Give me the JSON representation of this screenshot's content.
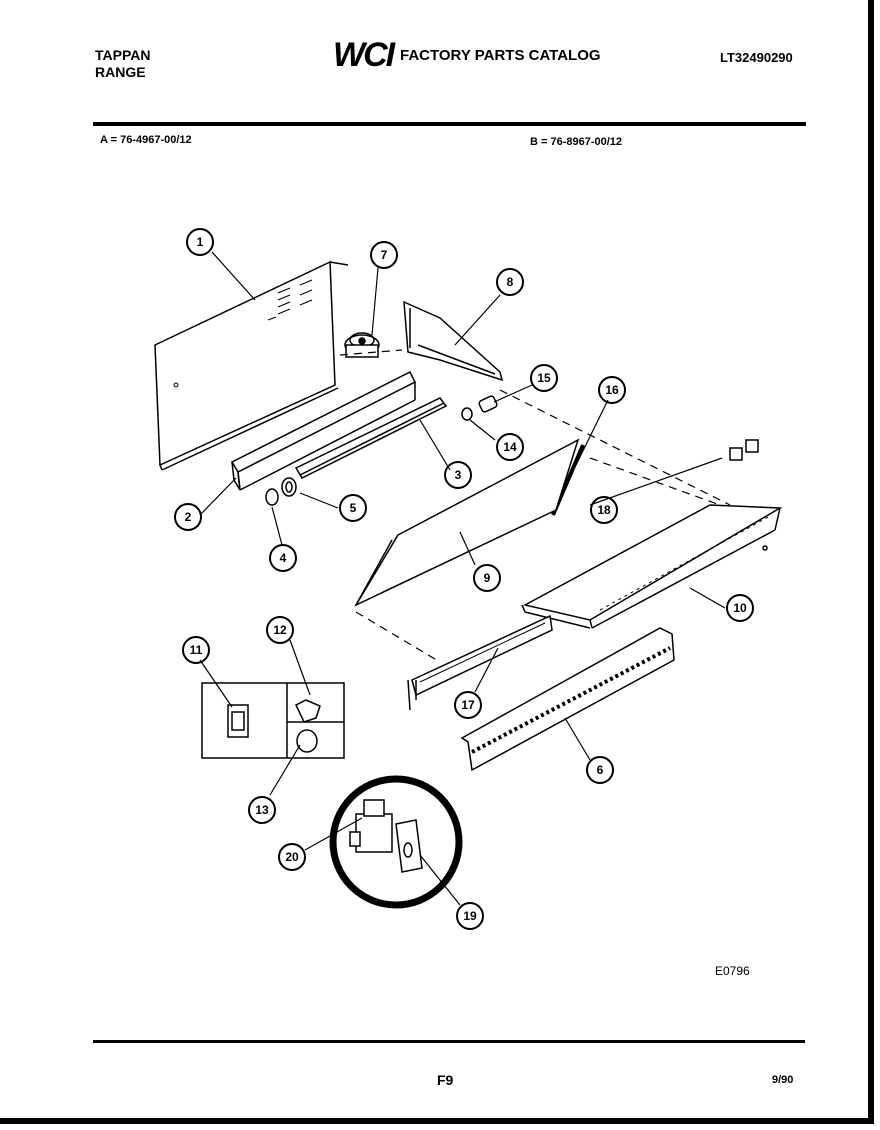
{
  "header": {
    "brand_line1": "TAPPAN",
    "brand_line2": "RANGE",
    "logo_text": "WCI",
    "catalog_title": "FACTORY PARTS CATALOG",
    "catalog_number": "LT32490290"
  },
  "models": {
    "a": "A = 76-4967-00/12",
    "b": "B = 76-8967-00/12"
  },
  "diagram": {
    "code": "E0796"
  },
  "footer": {
    "page": "F9",
    "date": "9/90"
  },
  "callouts": [
    "1",
    "2",
    "3",
    "4",
    "5",
    "6",
    "7",
    "8",
    "9",
    "10",
    "11",
    "12",
    "13",
    "14",
    "15",
    "16",
    "17",
    "18",
    "19",
    "20"
  ]
}
